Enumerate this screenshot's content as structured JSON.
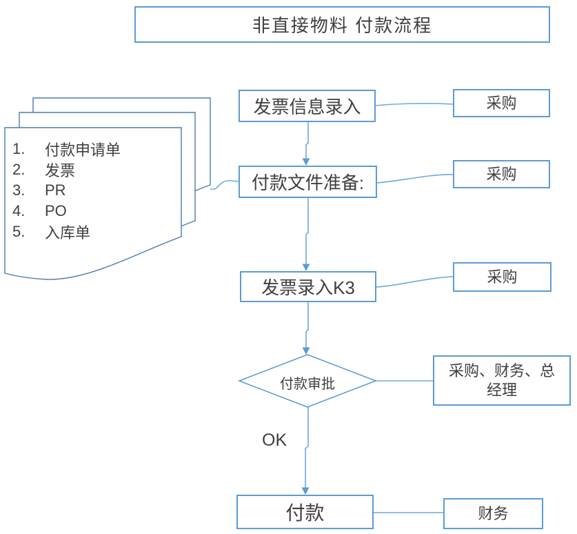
{
  "title": "非直接物料 付款流程",
  "colors": {
    "box_border": "#5b9bd5",
    "connector": "#70a7dd",
    "document_border": "#4a7aae",
    "text": "#3f3f3f"
  },
  "document": {
    "items": [
      {
        "num": "1.",
        "label": "付款申请单"
      },
      {
        "num": "2.",
        "label": "发票"
      },
      {
        "num": "3.",
        "label": "PR"
      },
      {
        "num": "4.",
        "label": "PO"
      },
      {
        "num": "5.",
        "label": "入库单"
      }
    ]
  },
  "flow": {
    "step1": "发票信息录入",
    "step2": "付款文件准备:",
    "step3": "发票录入K3",
    "decision": "付款审批",
    "decision_result": "OK",
    "final": "付款"
  },
  "owners": {
    "step1": "采购",
    "step2": "采购",
    "step3": "采购",
    "decision": "采购、财务、总经理",
    "final": "财务"
  }
}
